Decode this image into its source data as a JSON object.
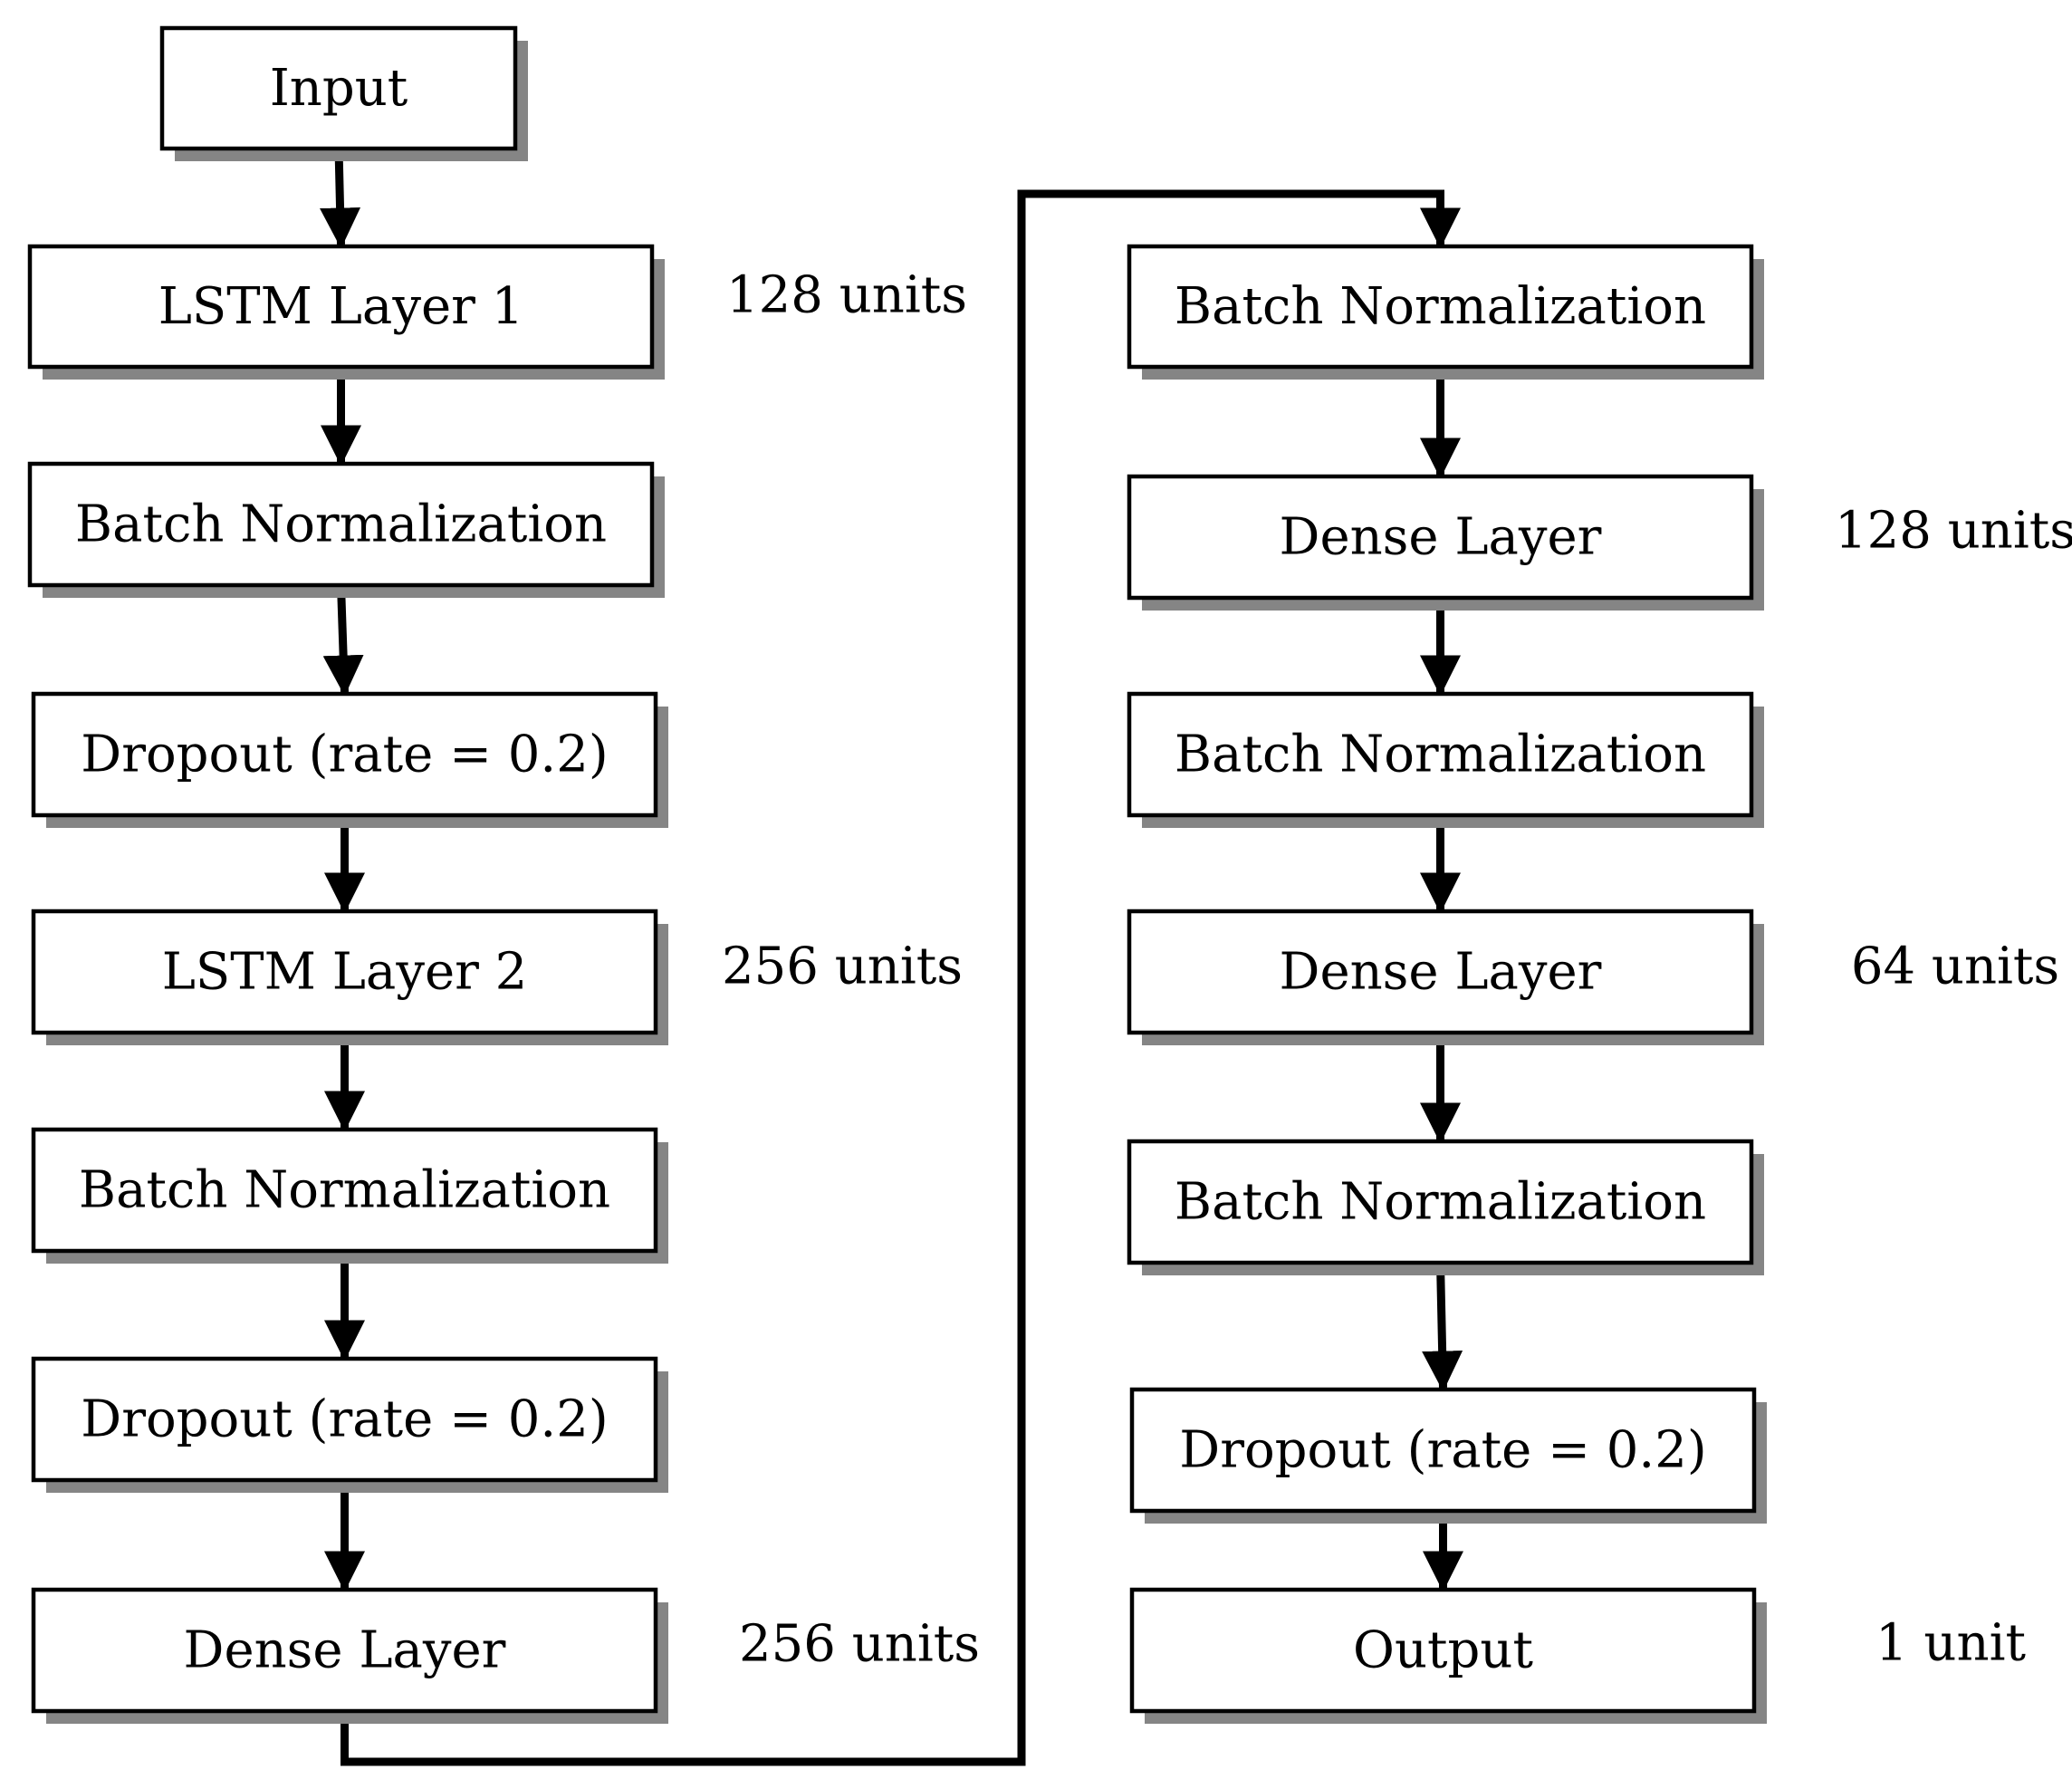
{
  "diagram": {
    "nodes": [
      {
        "id": "input",
        "label": "Input",
        "units": ""
      },
      {
        "id": "lstm1",
        "label": "LSTM Layer 1",
        "units": "128 units"
      },
      {
        "id": "bn1",
        "label": "Batch Normalization",
        "units": ""
      },
      {
        "id": "drop1",
        "label": "Dropout (rate = 0.2)",
        "units": ""
      },
      {
        "id": "lstm2",
        "label": "LSTM Layer 2",
        "units": "256 units"
      },
      {
        "id": "bn2",
        "label": "Batch Normalization",
        "units": ""
      },
      {
        "id": "drop2",
        "label": "Dropout (rate = 0.2)",
        "units": ""
      },
      {
        "id": "dense1",
        "label": "Dense Layer",
        "units": "256 units"
      },
      {
        "id": "bn3",
        "label": "Batch Normalization",
        "units": ""
      },
      {
        "id": "dense2",
        "label": "Dense Layer",
        "units": "128 units"
      },
      {
        "id": "bn4",
        "label": "Batch Normalization",
        "units": ""
      },
      {
        "id": "dense3",
        "label": "Dense Layer",
        "units": "64 units"
      },
      {
        "id": "bn5",
        "label": "Batch Normalization",
        "units": ""
      },
      {
        "id": "drop3",
        "label": "Dropout (rate = 0.2)",
        "units": ""
      },
      {
        "id": "output",
        "label": "Output",
        "units": "1 unit"
      }
    ],
    "edges": [
      [
        "input",
        "lstm1"
      ],
      [
        "lstm1",
        "bn1"
      ],
      [
        "bn1",
        "drop1"
      ],
      [
        "drop1",
        "lstm2"
      ],
      [
        "lstm2",
        "bn2"
      ],
      [
        "bn2",
        "drop2"
      ],
      [
        "drop2",
        "dense1"
      ],
      [
        "dense1",
        "bn3"
      ],
      [
        "bn3",
        "dense2"
      ],
      [
        "dense2",
        "bn4"
      ],
      [
        "bn4",
        "dense3"
      ],
      [
        "dense3",
        "bn5"
      ],
      [
        "bn5",
        "drop3"
      ],
      [
        "drop3",
        "output"
      ]
    ]
  }
}
